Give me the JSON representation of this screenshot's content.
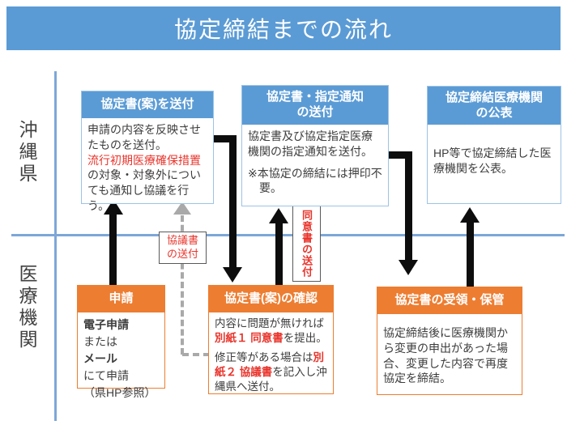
{
  "title": "協定締結までの流れ",
  "lanes": {
    "top": "沖縄県",
    "bottom": "医療機関"
  },
  "colors": {
    "accent_blue": "#5b9bd5",
    "border_blue": "#9dc3e6",
    "accent_orange": "#ed7d31",
    "lane_line_blue": "#7da7d8",
    "red": "#e8352c",
    "arrow_black": "#0d0d0d",
    "arrow_gray": "#a9a9a9",
    "text": "#3d3d3d"
  },
  "boxes": {
    "sofu": {
      "header": "協定書(案)を送付",
      "body_black1": "申請の内容を反映させたものを送付。",
      "body_red": "流行初期医療確保措置",
      "body_black2": "の対象・対象外についても通知し協議を行う。"
    },
    "shitei": {
      "header": "協定書・指定通知\nの送付",
      "p1": "協定書及び協定指定医療機関の指定通知を送付。",
      "p2": "※本協定の締結には押印不要。"
    },
    "kohyo": {
      "header": "協定締結医療機関\nの公表",
      "p1": "HP等で協定締結した医療機関を公表。"
    },
    "shinsei": {
      "header": "申請",
      "lines": [
        "電子申請",
        "または",
        "メール",
        "にて申請",
        "（県HP参照）"
      ]
    },
    "kakunin": {
      "header": "協定書(案)の確認",
      "p1_pre": "内容に問題が無ければ",
      "p1_red": "別紙１ 同意書",
      "p1_post": "を提出。",
      "p2_pre": "修正等がある場合は",
      "p2_red": "別紙２ 協議書",
      "p2_post": "を記入し沖縄県へ送付。"
    },
    "juryo": {
      "header": "協定書の受領・保管",
      "p1": "協定締結後に医療機関から変更の申出があった場合、変更した内容で再度協定を締結。"
    }
  },
  "connector_labels": {
    "kyogisho": "協議書\nの送付",
    "doisho": "同意書の送付"
  }
}
